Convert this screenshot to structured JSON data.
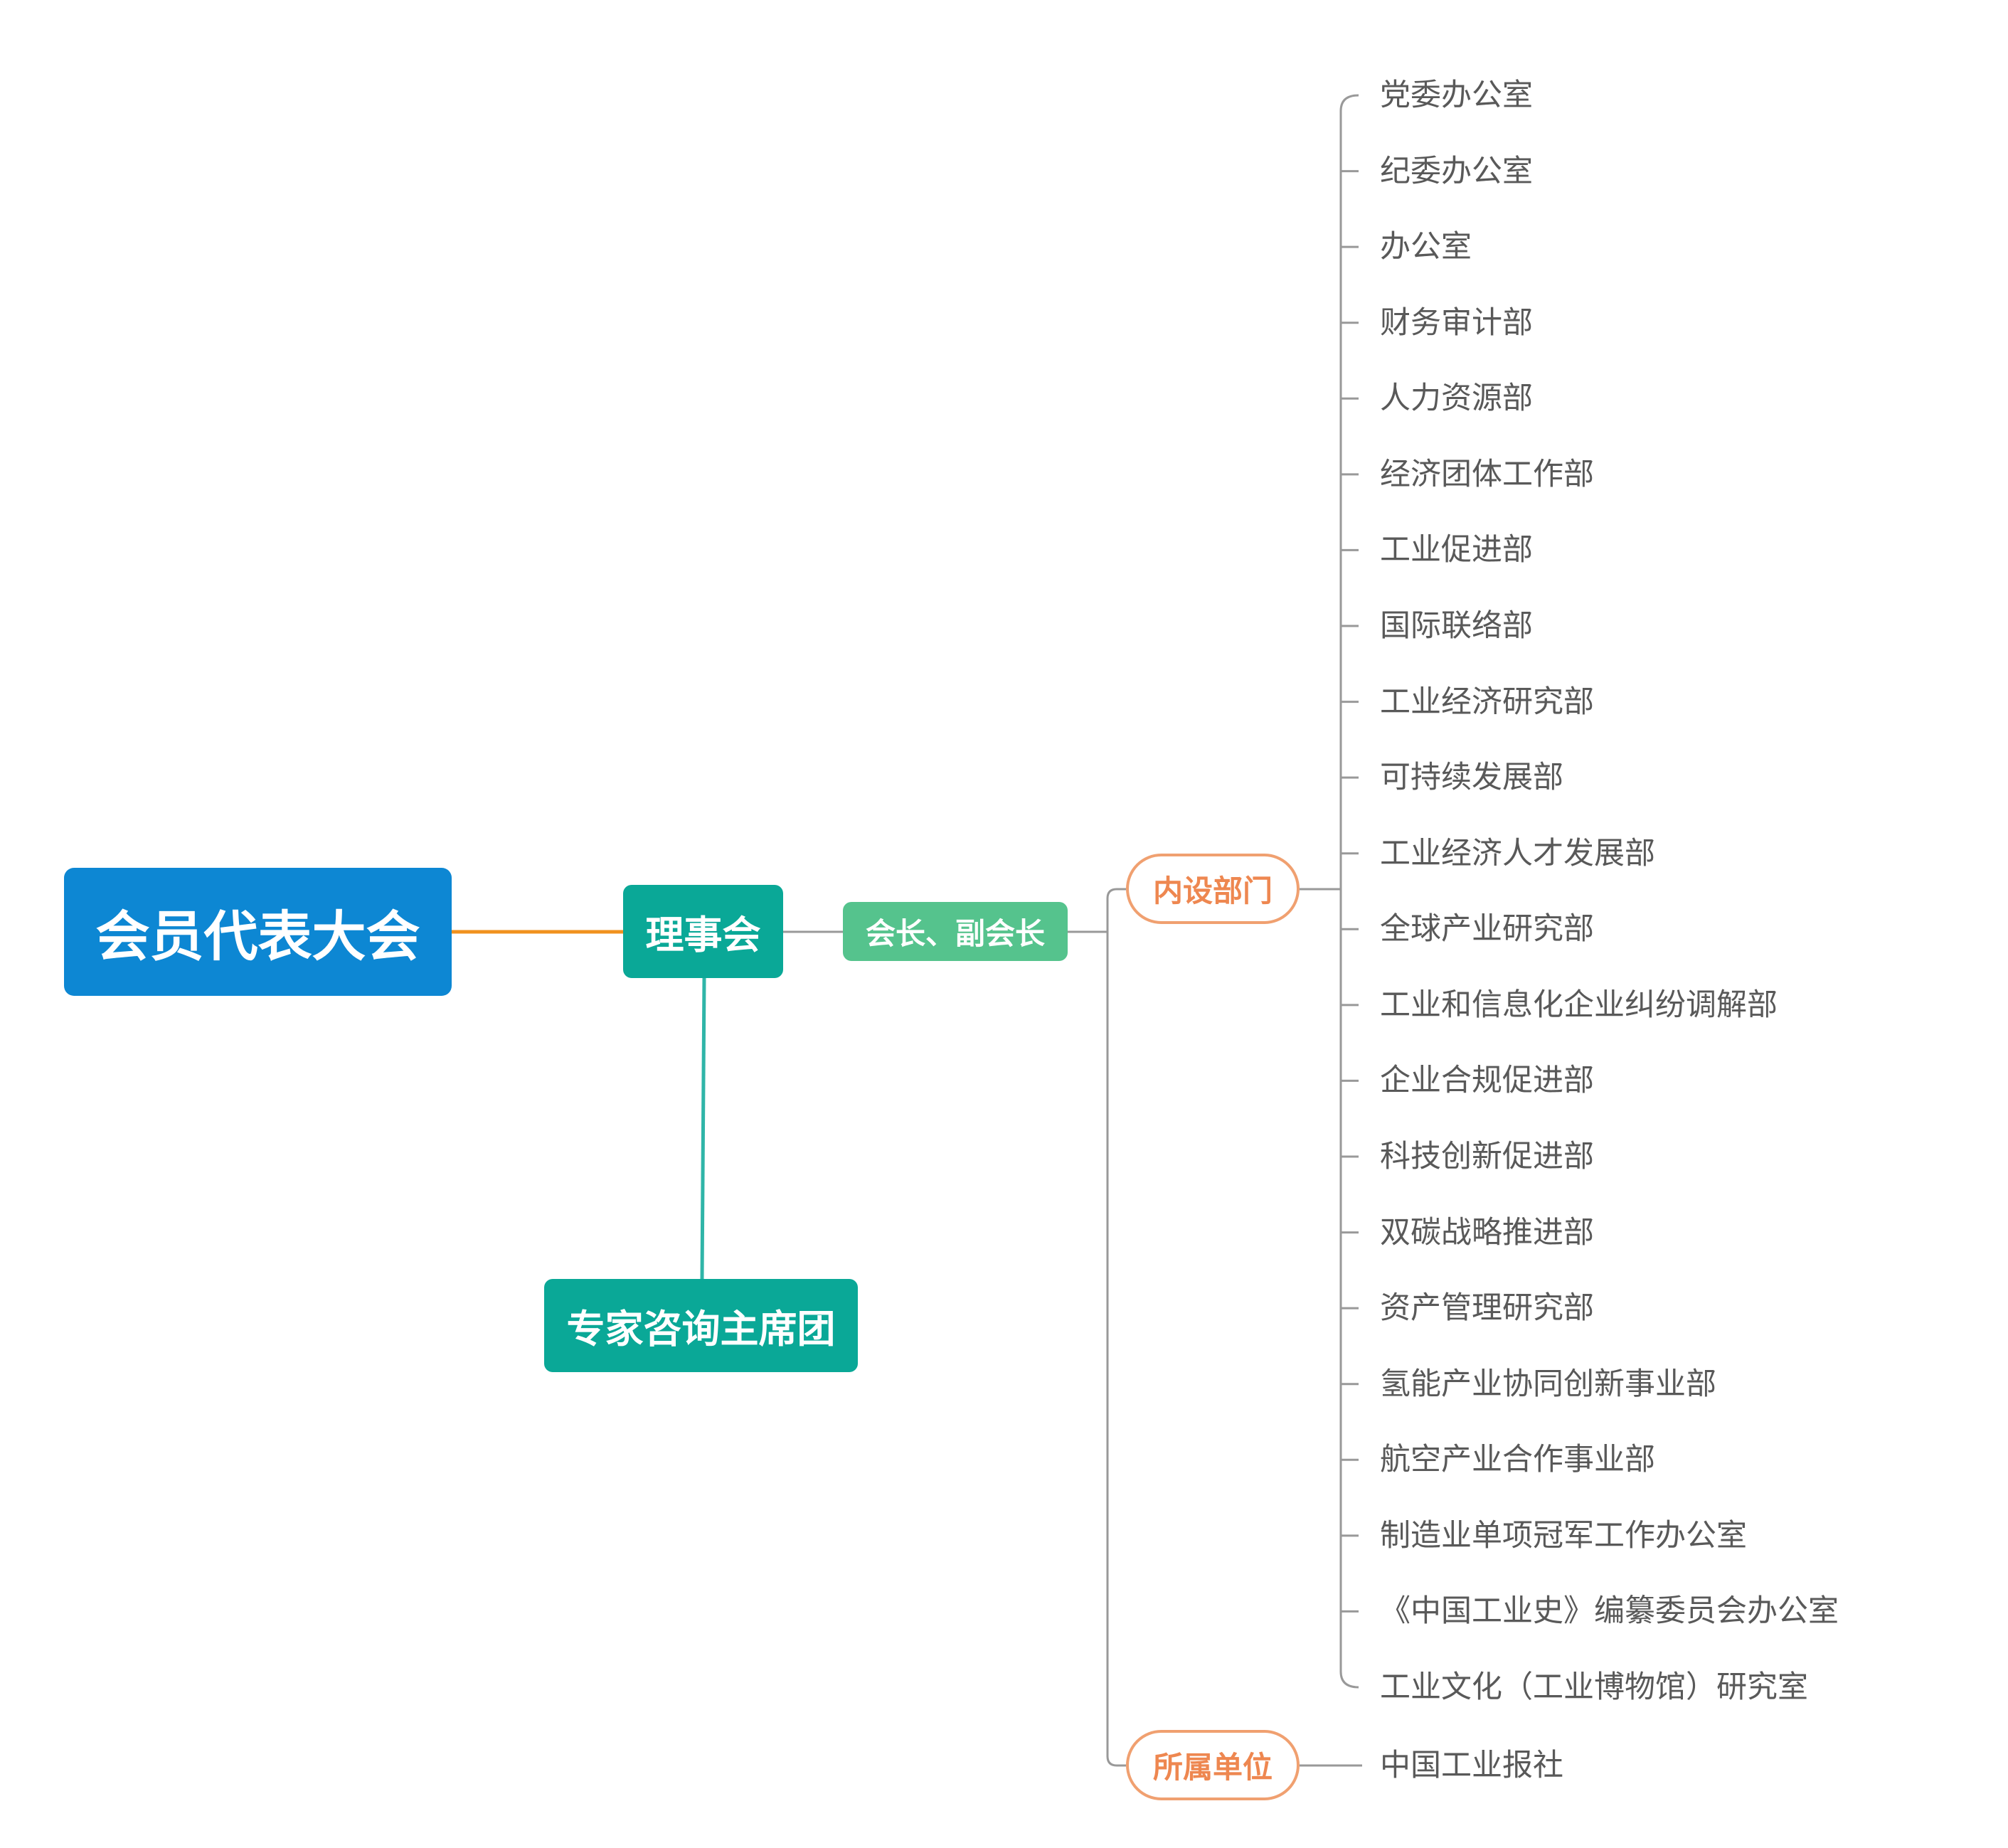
{
  "nodes": {
    "root": "会员代表大会",
    "council": "理事会",
    "presidents": "会长、副会长",
    "experts": "专家咨询主席团",
    "internal_departments": "内设部门",
    "affiliated_units": "所属单位"
  },
  "departments": [
    "党委办公室",
    "纪委办公室",
    "办公室",
    "财务审计部",
    "人力资源部",
    "经济团体工作部",
    "工业促进部",
    "国际联络部",
    "工业经济研究部",
    "可持续发展部",
    "工业经济人才发展部",
    "全球产业研究部",
    "工业和信息化企业纠纷调解部",
    "企业合规促进部",
    "科技创新促进部",
    "双碳战略推进部",
    "资产管理研究部",
    "氢能产业协同创新事业部",
    "航空产业合作事业部",
    "制造业单项冠军工作办公室",
    "《中国工业史》编纂委员会办公室",
    "工业文化（工业博物馆）研究室"
  ],
  "units": [
    "中国工业报社"
  ],
  "colors": {
    "root": "#0d87d3",
    "council": "#0aa897",
    "presidents": "#55c38d",
    "pill_border": "#f0a070",
    "pill_text": "#ee8750",
    "leaf_text": "#595959",
    "root_link": "#f0921e",
    "expert_link": "#2fb5a8",
    "tree_line": "#999999"
  }
}
